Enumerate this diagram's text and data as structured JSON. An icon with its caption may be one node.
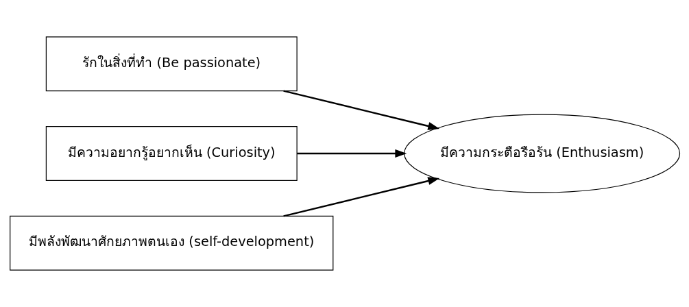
{
  "diagram": {
    "nodes": [
      {
        "text": [
          "รักในสิ่งที่ทำ (Be passionate)"
        ]
      },
      {
        "text": [
          "มีความอยากรู้อยากเห็น (Curiosity)"
        ]
      },
      {
        "text": [
          "มีพลังพัฒนาศักยภาพตนเอง (self-development)"
        ]
      },
      {
        "text": [
          "มีความกระตือรือร้น (Enthusiasm)"
        ]
      }
    ],
    "edges": [
      {
        "from": 0,
        "to": 3,
        "arrow": "to"
      },
      {
        "from": 1,
        "to": 3,
        "arrow": "to"
      },
      {
        "from": 2,
        "to": 3,
        "arrow": "to"
      }
    ]
  }
}
